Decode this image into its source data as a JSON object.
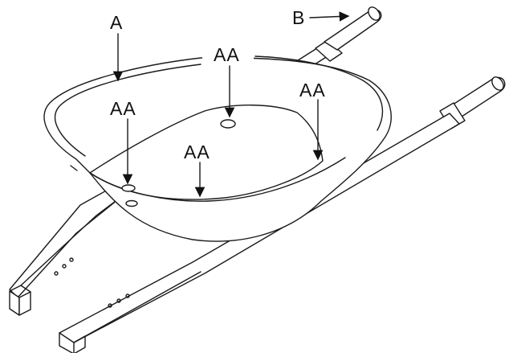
{
  "diagram": {
    "labels": {
      "a": "A",
      "b": "B",
      "aa_top": "AA",
      "aa_right": "AA",
      "aa_left": "AA",
      "aa_center": "AA"
    }
  }
}
